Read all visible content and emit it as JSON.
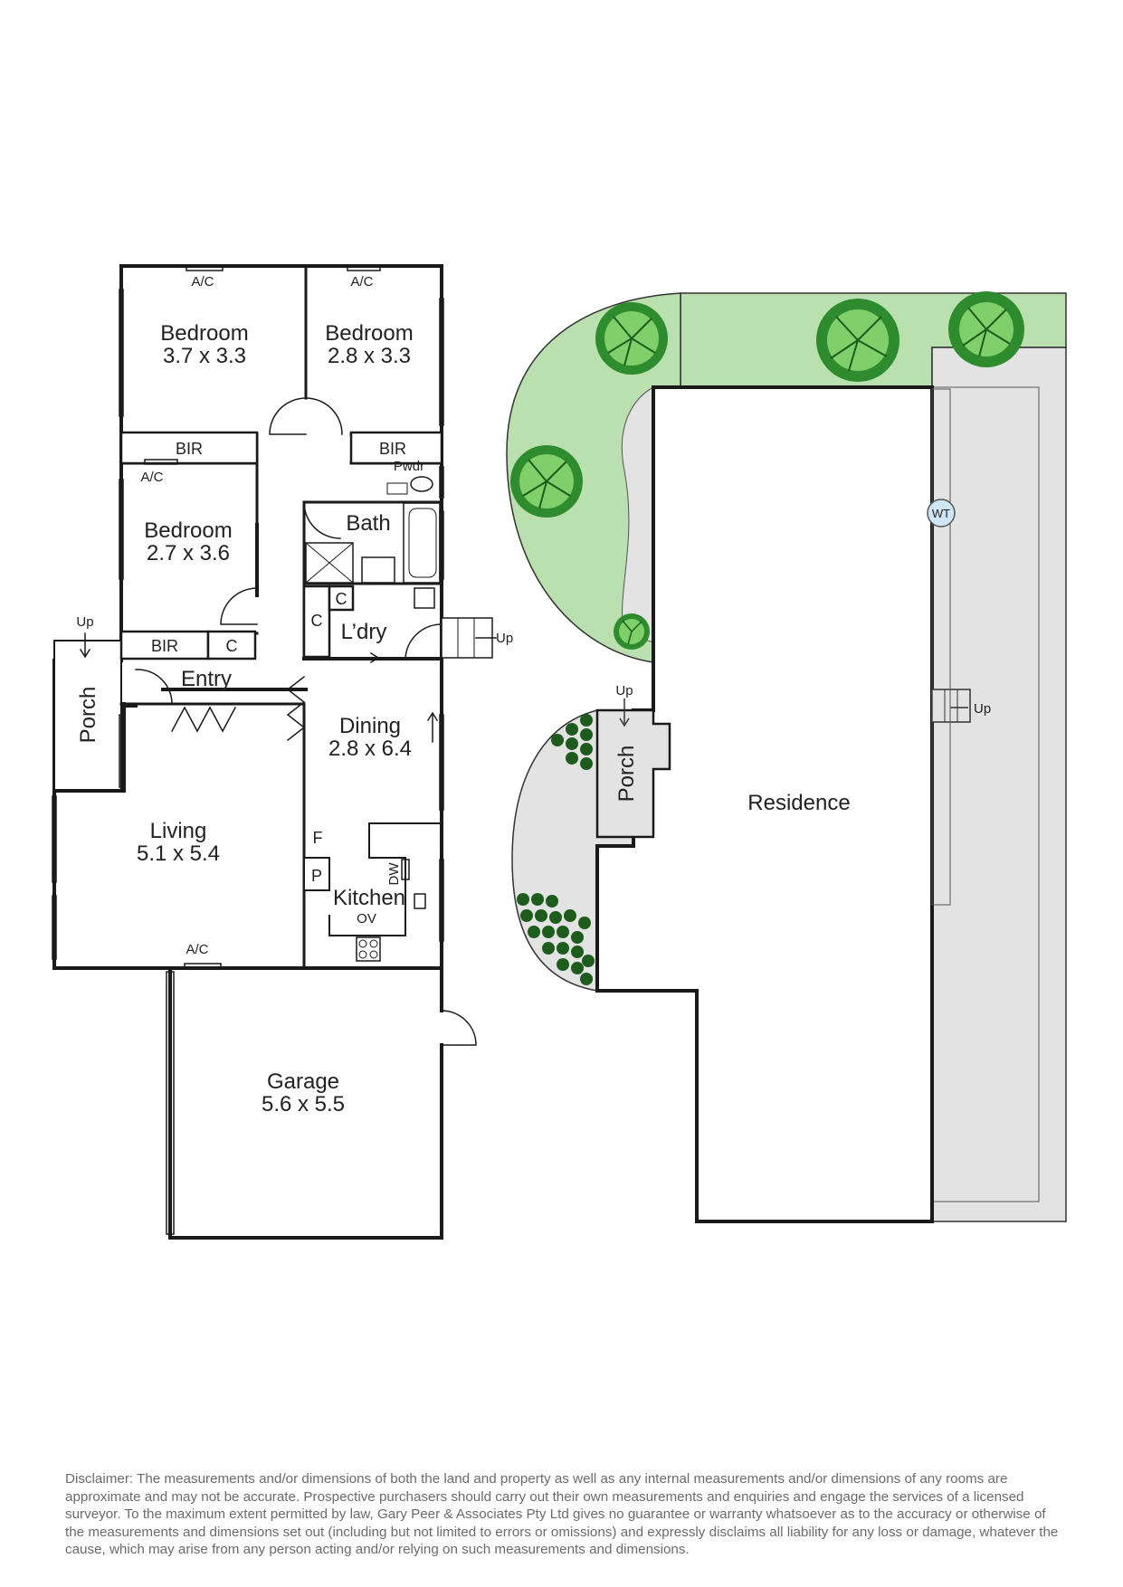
{
  "rooms": {
    "bedroom1": {
      "name": "Bedroom",
      "size": "3.7 x 3.3"
    },
    "bedroom2": {
      "name": "Bedroom",
      "size": "2.8 x 3.3"
    },
    "bedroom3": {
      "name": "Bedroom",
      "size": "2.7 x 3.6"
    },
    "bath": "Bath",
    "powder": "Pwdr",
    "laundry": "L’dry",
    "entry": "Entry",
    "dining": {
      "name": "Dining",
      "size": "2.8 x 6.4"
    },
    "living": {
      "name": "Living",
      "size": "5.1 x 5.4"
    },
    "kitchen": "Kitchen",
    "garage": {
      "name": "Garage",
      "size": "5.6 x 5.5"
    },
    "porch": "Porch",
    "residence": "Residence"
  },
  "fixtures": {
    "ac": "A/C",
    "bir": "BIR",
    "cupboard": "C",
    "pantry": "P",
    "fridge": "F",
    "dishwasher": "DW",
    "oven": "OV",
    "water_tank": "WT",
    "up": "Up"
  },
  "colors": {
    "wall": "#1a1a1a",
    "lawn": "#b9e0ae",
    "paving": "#e3e3e3",
    "tree": "#2e8b2e",
    "tree_light": "#7fcf6a"
  },
  "disclaimer": "Disclaimer: The measurements and/or dimensions of both the land and property as well as any internal measurements and/or dimensions of any rooms are approximate and may not be accurate. Prospective purchasers should carry out their own measurements and enquiries and engage the services of a licensed surveyor. To the maximum extent permitted by law, Gary Peer & Associates Pty Ltd gives no guarantee or warranty whatsoever as to the accuracy or otherwise of the measurements and dimensions set out (including but not limited to errors or omissions) and expressly disclaims all liability for any loss or damage, whatever the cause, which may arise from any person acting and/or relying on such measurements and dimensions."
}
